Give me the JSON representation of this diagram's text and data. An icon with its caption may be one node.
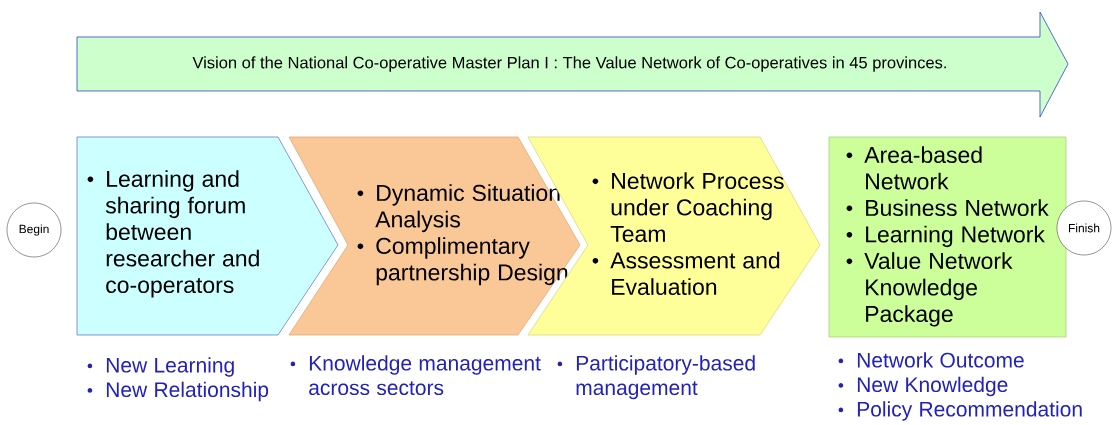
{
  "diagram": {
    "nodes": [
      {
        "text": [
          "Vision of the National Co-operative Master Plan I : The Value Network of Co-operatives in 45 provinces."
        ]
      },
      {
        "text": [
          "Begin"
        ]
      },
      {
        "text": [
          "Learning and sharing forum between researcher and co-operators"
        ],
        "beside": [
          "New Learning",
          "New Relationship"
        ]
      },
      {
        "text": [
          "Dynamic Situation Analysis",
          "Complimentary partnership Design"
        ],
        "beside": [
          "Knowledge management across sectors"
        ]
      },
      {
        "text": [
          "Network Process under Coaching Team",
          "Assessment and Evaluation"
        ],
        "beside": [
          "Participatory-based management"
        ]
      },
      {
        "text": [
          "Area-based Network",
          "Business Network",
          "Learning Network",
          "Value Network Knowledge Package"
        ],
        "beside": [
          "Network Outcome",
          "New Knowledge",
          "Policy Recommendation"
        ]
      },
      {
        "text": [
          "Finish"
        ]
      }
    ]
  }
}
